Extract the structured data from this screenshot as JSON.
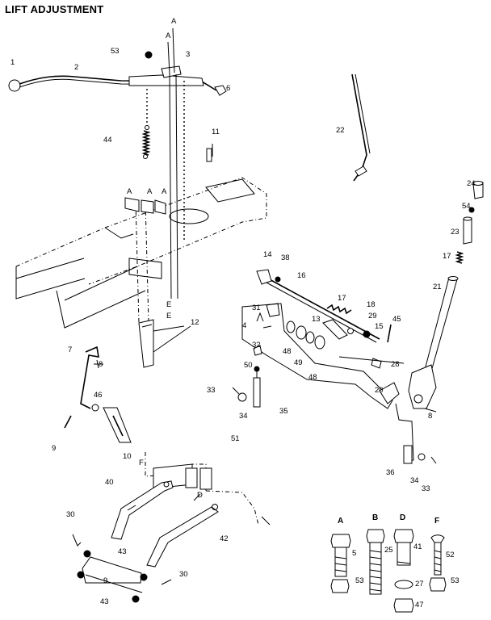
{
  "title": "LIFT ADJUSTMENT",
  "callouts": [
    "1",
    "2",
    "3",
    "53",
    "6",
    "44",
    "11",
    "A",
    "A",
    "A",
    "A",
    "A",
    "22",
    "24",
    "54",
    "23",
    "17",
    "21",
    "14",
    "38",
    "16",
    "17",
    "18",
    "29",
    "15",
    "45",
    "31",
    "4",
    "13",
    "32",
    "48",
    "49",
    "48",
    "50",
    "28",
    "E",
    "E",
    "12",
    "7",
    "8",
    "46",
    "33",
    "34",
    "35",
    "20",
    "8",
    "9",
    "10",
    "F",
    "51",
    "40",
    "D",
    "42",
    "36",
    "34",
    "33",
    "30",
    "43",
    "9",
    "30",
    "43"
  ],
  "hardware_legend": [
    {
      "letter": "A",
      "bolt": "5",
      "nut": "53"
    },
    {
      "letter": "B",
      "bolt": "25",
      "nut": ""
    },
    {
      "letter": "D",
      "bolt": "41",
      "washer": "27",
      "nut": "47"
    },
    {
      "letter": "F",
      "bolt": "52",
      "nut": "53"
    }
  ]
}
